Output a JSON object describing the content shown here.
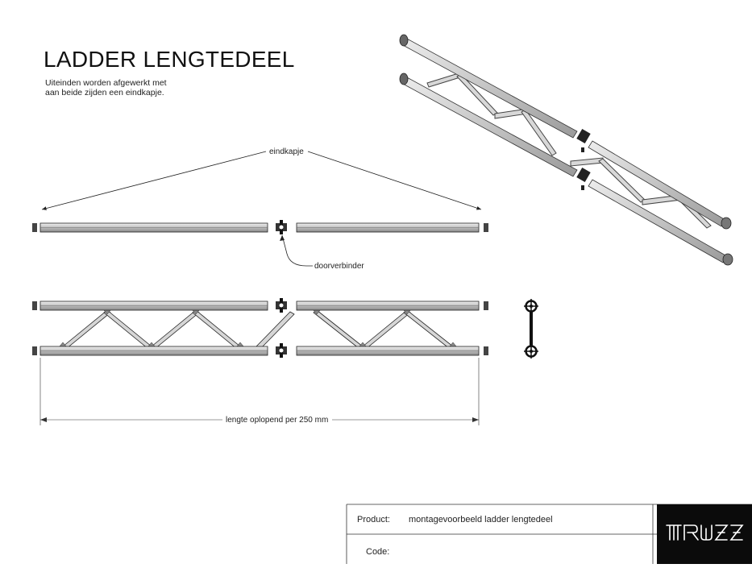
{
  "title": "LADDER LENGTEDEEL",
  "note": {
    "line1": "Uiteinden worden afgewerkt met",
    "line2": "aan beide zijden een eindkapje."
  },
  "labels": {
    "end_cap": "eindkapje",
    "connector": "doorverbinder",
    "length": "lengte oplopend per 250 mm"
  },
  "title_block": {
    "product_label": "Product:",
    "product_value": "montagevoorbeeld ladder lengtedeel",
    "code_label": "Code:",
    "code_value": ""
  },
  "logo": {
    "text": "TRUZZ"
  },
  "colors": {
    "line": "#222222",
    "tube": "#c9c9c9",
    "logo_bg": "#0b0b0b",
    "logo_fg": "#ffffff"
  }
}
